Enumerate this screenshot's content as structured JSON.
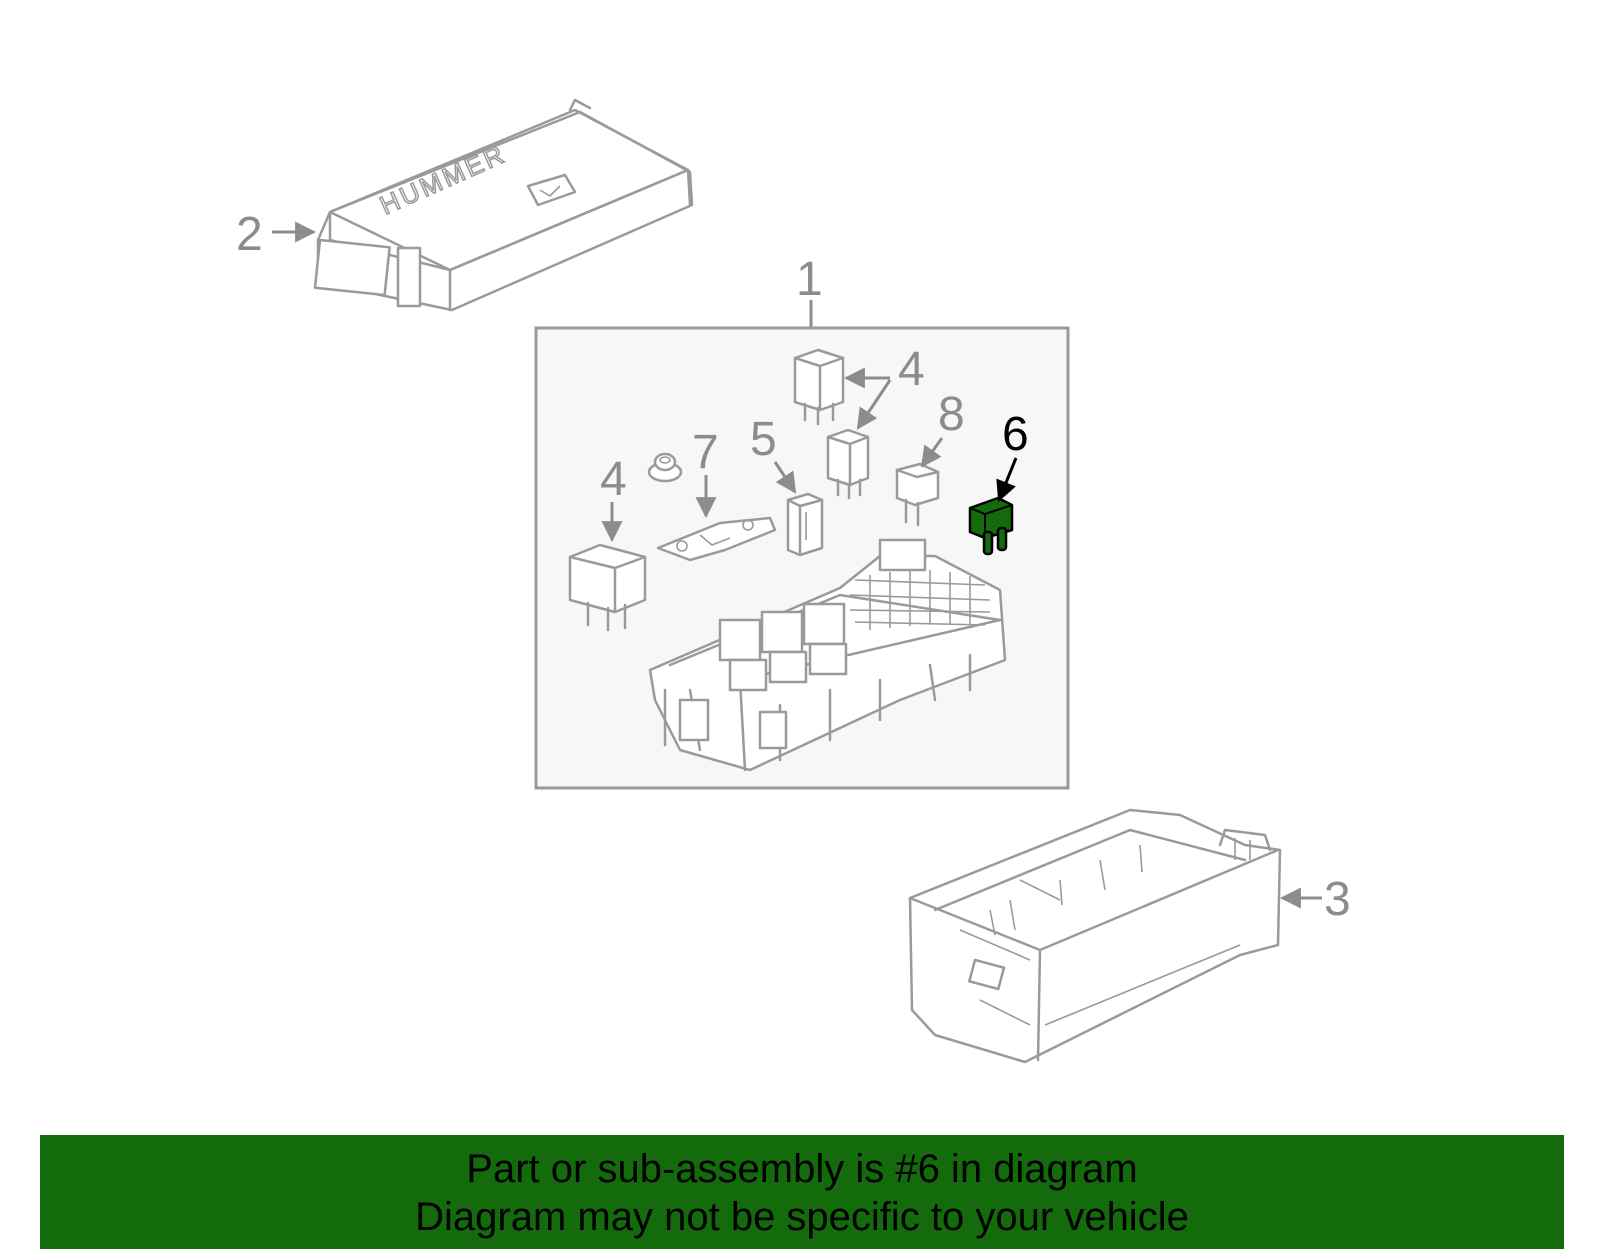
{
  "diagram": {
    "callouts": {
      "c1": "1",
      "c2": "2",
      "c3": "3",
      "c4a": "4",
      "c4b": "4",
      "c5": "5",
      "c6": "6",
      "c7": "7",
      "c8": "8"
    },
    "cover_brand_text": "HUMMER",
    "highlighted_part": "6",
    "colors": {
      "line": "#9a9a9a",
      "highlight": "#146b0c",
      "panel_fill": "#f7f7f7",
      "banner_bg": "#146b0c"
    }
  },
  "banner": {
    "line1": "Part or sub-assembly is #6 in diagram",
    "line2": "Diagram may not be specific to your vehicle"
  }
}
